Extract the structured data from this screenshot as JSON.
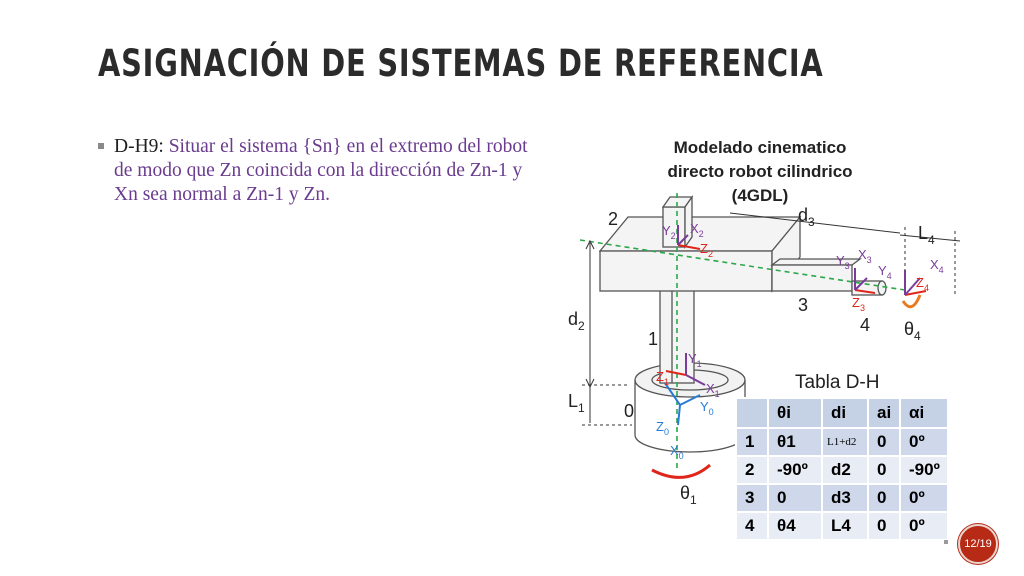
{
  "slide": {
    "title": "ASIGNACIÓN DE SISTEMAS DE REFERENCIA",
    "bullet_lead": "D-H9:",
    "bullet_text": " Situar el sistema {Sn} en el extremo del robot de modo que Zn coincida con la dirección de Zn-1 y Xn sea normal a Zn-1 y Zn.",
    "page_number": "12/19"
  },
  "diagram": {
    "heading_line1": "Modelado cinematico",
    "heading_line2": "directo robot cilindrico",
    "heading_line3": "(4GDL)",
    "labels": {
      "n0": "0",
      "n1": "1",
      "n2": "2",
      "n3": "3",
      "n4": "4",
      "d2": "d",
      "d2_sub": "2",
      "l1": "L",
      "l1_sub": "1",
      "d3": "d",
      "d3_sub": "3",
      "l4": "L",
      "l4_sub": "4",
      "theta1": "θ",
      "theta1_sub": "1",
      "theta4": "θ",
      "theta4_sub": "4",
      "z0": "Z",
      "z0_sub": "0",
      "y0": "Y",
      "y0_sub": "0",
      "x0": "X",
      "x0_sub": "0",
      "z1": "Z",
      "z1_sub": "1",
      "y1": "Y",
      "y1_sub": "1",
      "x1": "X",
      "x1_sub": "1",
      "z2": "Z",
      "z2_sub": "2",
      "y2": "Y",
      "y2_sub": "2",
      "x2": "X",
      "x2_sub": "2",
      "z3": "Z",
      "z3_sub": "3",
      "y3": "Y",
      "y3_sub": "3",
      "x3": "X",
      "x3_sub": "3",
      "z4": "Z",
      "z4_sub": "4",
      "y4": "Y",
      "y4_sub": "4",
      "x4": "X",
      "x4_sub": "4"
    },
    "colors": {
      "red": "#e0261a",
      "purple": "#7a3c9a",
      "blue": "#2a7bd5",
      "green": "#2aa84a",
      "orange": "#e87a1e"
    }
  },
  "table": {
    "caption": "Tabla D-H",
    "headers": [
      "",
      "θi",
      "di",
      "ai",
      "αi"
    ],
    "rows": [
      [
        "1",
        "θ1",
        "L1+d2",
        "0",
        "0º"
      ],
      [
        "2",
        "-90º",
        "d2",
        "0",
        "-90º"
      ],
      [
        "3",
        "0",
        "d3",
        "0",
        "0º"
      ],
      [
        "4",
        "θ4",
        "L4",
        "0",
        "0º"
      ]
    ]
  }
}
